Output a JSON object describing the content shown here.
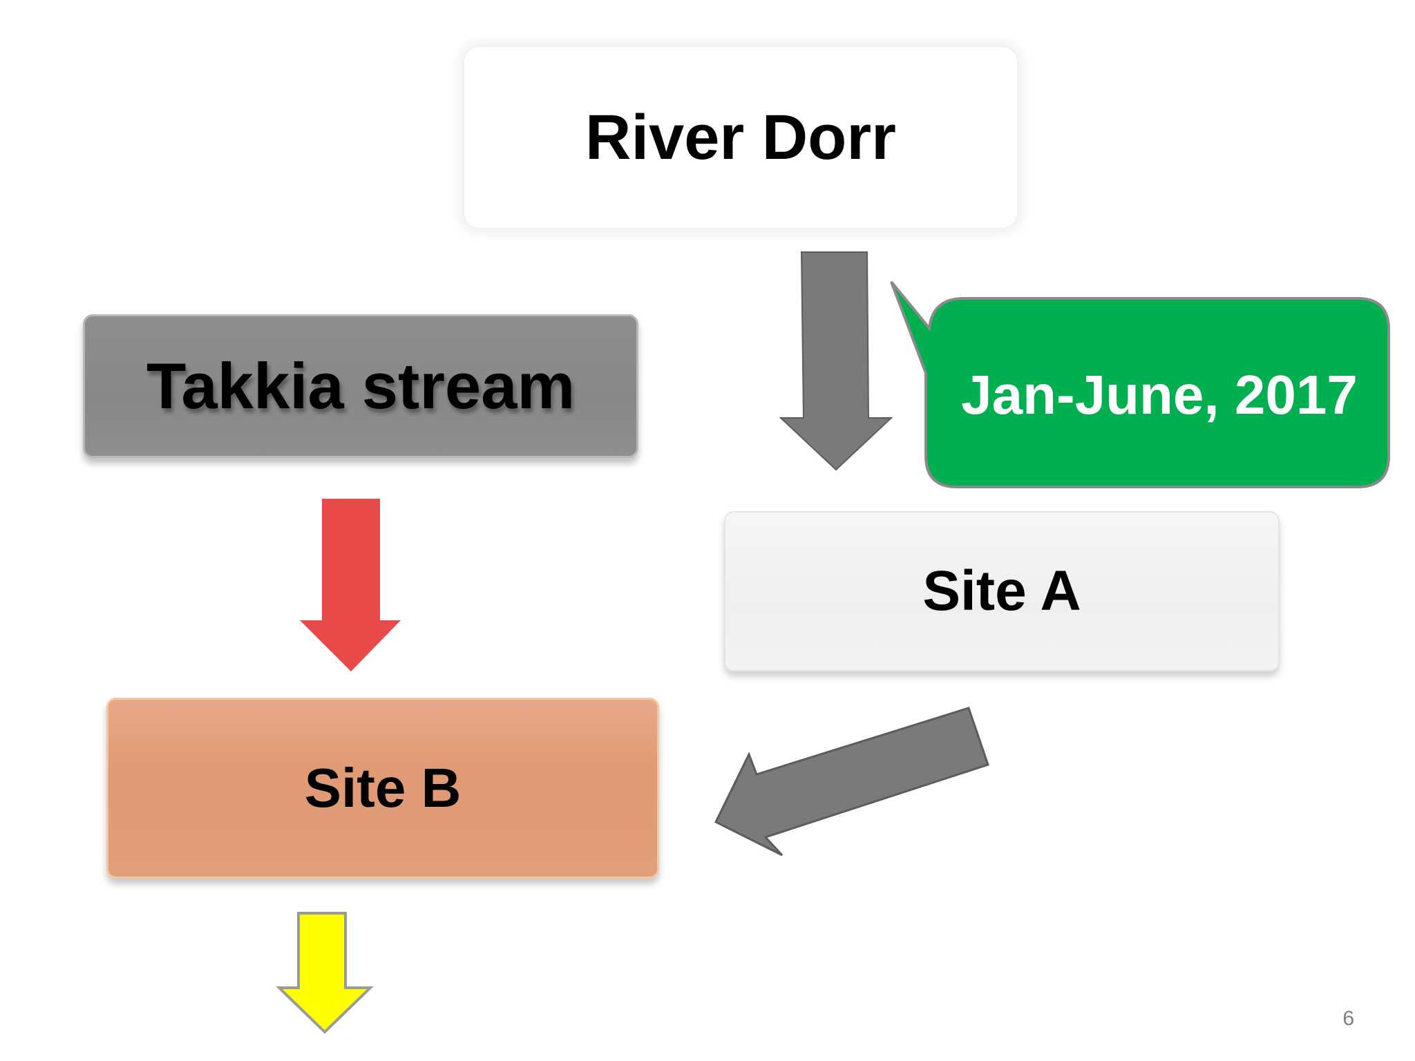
{
  "nodes": {
    "river": {
      "label": "River Dorr"
    },
    "takkia": {
      "label": "Takkia stream"
    },
    "site_a": {
      "label": "Site A"
    },
    "site_b": {
      "label": "Site B"
    }
  },
  "callout": {
    "label": "Jan-June, 2017",
    "color": "#00b050"
  },
  "arrows": {
    "river_to_site_a": {
      "color": "#7a7a7a"
    },
    "takkia_to_site_b": {
      "color": "#e84a4a"
    },
    "site_a_to_site_b": {
      "color": "#7a7a7a"
    },
    "site_b_down": {
      "color": "#ffff00"
    }
  },
  "page": {
    "number": "6"
  }
}
